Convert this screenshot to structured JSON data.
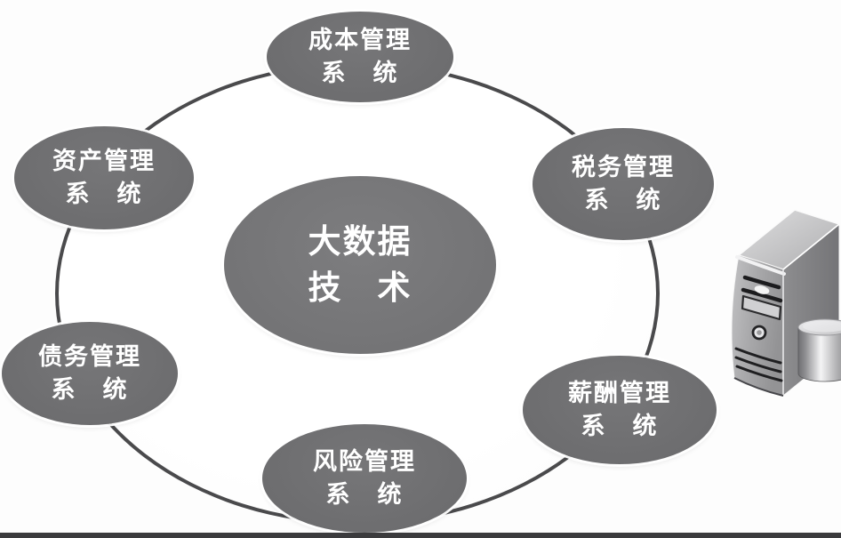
{
  "diagram": {
    "center_node": {
      "line1": "大数据",
      "line2": "技　术"
    },
    "satellites": [
      {
        "line1": "成本管理",
        "line2": "系　统"
      },
      {
        "line1": "资产管理",
        "line2": "系　统"
      },
      {
        "line1": "税务管理",
        "line2": "系　统"
      },
      {
        "line1": "债务管理",
        "line2": "系　统"
      },
      {
        "line1": "薪酬管理",
        "line2": "系　统"
      },
      {
        "line1": "风险管理",
        "line2": "系　统"
      }
    ],
    "icons": {
      "server": "server-tower-icon",
      "database": "database-cylinder-icon"
    },
    "colors": {
      "node_fill": "#6f6f71",
      "center_fill": "#767678",
      "ring_stroke": "#4a4a4c",
      "footer_bar": "#3b3b3d",
      "text": "#ffffff"
    }
  }
}
